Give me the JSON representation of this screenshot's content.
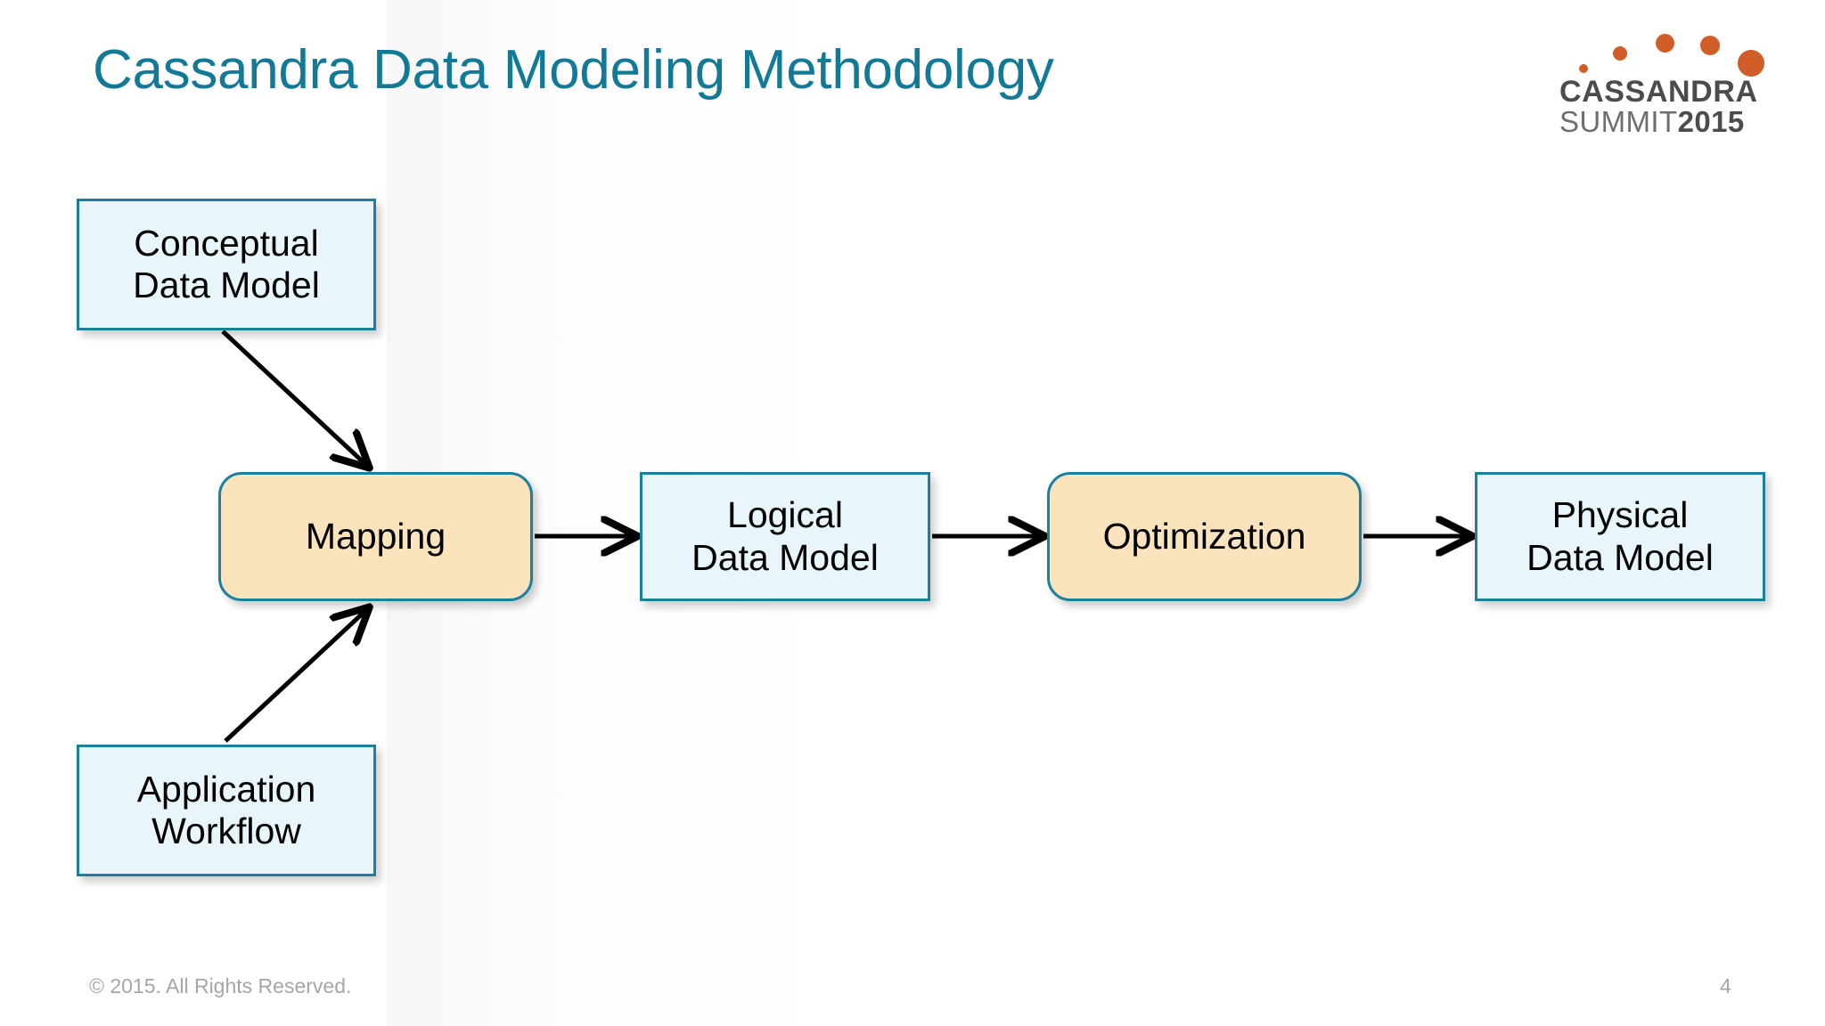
{
  "slide": {
    "title": "Cassandra Data Modeling Methodology",
    "background_color": "#ffffff",
    "title_color": "#127a96",
    "page_number": "4"
  },
  "logo": {
    "brand_line1": "CASSANDRA",
    "brand_line2_plain": "SUMMIT",
    "brand_line2_bold": "2015",
    "dot_color": "#d15e28",
    "text_color": "#4c4c4e",
    "dots_icon": "orange-dot-arc-icon"
  },
  "diagram": {
    "nodes": [
      {
        "id": "conceptual",
        "label_line1": "Conceptual",
        "label_line2": "Data Model",
        "style": "blue",
        "shape": "rect"
      },
      {
        "id": "mapping",
        "label_line1": "Mapping",
        "label_line2": "",
        "style": "orange",
        "shape": "rounded"
      },
      {
        "id": "logical",
        "label_line1": "Logical",
        "label_line2": "Data Model",
        "style": "blue",
        "shape": "rect"
      },
      {
        "id": "optimization",
        "label_line1": "Optimization",
        "label_line2": "",
        "style": "orange",
        "shape": "rounded"
      },
      {
        "id": "physical",
        "label_line1": "Physical",
        "label_line2": "Data Model",
        "style": "blue",
        "shape": "rect"
      },
      {
        "id": "workflow",
        "label_line1": "Application",
        "label_line2": "Workflow",
        "style": "blue",
        "shape": "rect"
      }
    ],
    "edges": [
      {
        "from": "conceptual",
        "to": "mapping"
      },
      {
        "from": "workflow",
        "to": "mapping"
      },
      {
        "from": "mapping",
        "to": "logical"
      },
      {
        "from": "logical",
        "to": "optimization"
      },
      {
        "from": "optimization",
        "to": "physical"
      }
    ],
    "colors": {
      "blue_fill": "#e8f6fb",
      "orange_fill": "#fae3bd",
      "border": "#1b7f9e",
      "arrow": "#000000",
      "label_text": "#000000"
    }
  },
  "footer": {
    "copyright": "© 2015. All Rights Reserved.",
    "page_number": "4",
    "text_color": "#a6a6a9"
  }
}
